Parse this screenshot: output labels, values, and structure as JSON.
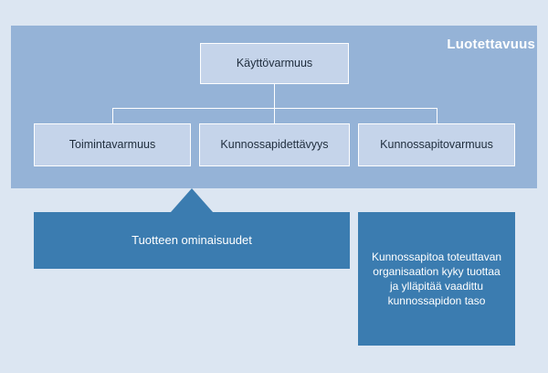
{
  "diagram": {
    "title": "Luotettavuus",
    "nodes": {
      "top": "Käyttövarmuus",
      "left": "Toimintavarmuus",
      "middle": "Kunnossapidettävyys",
      "right": "Kunnossapitovarmuus",
      "features": "Tuotteen ominaisuudet",
      "maintenance": "Kunnossapitoa toteuttavan organisaation kyky tuottaa ja ylläpitää vaadittu kunnossapidon taso"
    },
    "colors": {
      "background": "#dce6f2",
      "band": "#95b3d7",
      "light_box": "#c5d4ea",
      "dark_box": "#3b7cb0",
      "title_text": "#ffffff"
    }
  }
}
